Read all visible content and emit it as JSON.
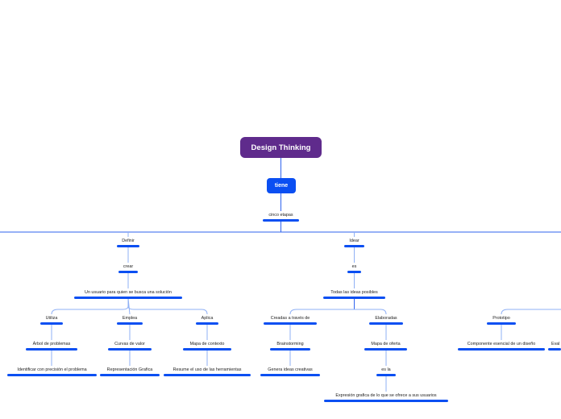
{
  "root": {
    "label": "Design Thinking"
  },
  "connector": {
    "label": "tiene"
  },
  "nodes": {
    "cinco": "cinco etapas",
    "definir": "Definir",
    "idear": "Idear",
    "crear": "crear",
    "es": "es",
    "usuario": "Un usuario para quien se busca una solución",
    "todas": "Todas las ideas posibles",
    "utiliza": "Utiliza",
    "emplea": "Emplea",
    "aplica": "Aplica",
    "creadas": "Creadas a través de",
    "elaboradas": "Elaboradas",
    "prototipo": "Prototipo",
    "arbol": "Árbol de problemas",
    "curvas": "Curvas de valor",
    "mapa_contexto": "Mapa de contexto",
    "brainstorming": "Brainstorming",
    "mapa_oferta": "Mapa de oferta",
    "componente": "Componente esencial de un diseño",
    "eval": "Eval",
    "identificar": "Identificar con precisión el problema",
    "representacion": "Representación Grafica",
    "resume": "Resume el uso de las herramientas",
    "genera": "Genera ideas creativas",
    "es_la": "es la",
    "expresion": "Expresión grafica de lo que se ofrece a sus usuarios"
  },
  "colors": {
    "root": "#5f2b8c",
    "accent": "#0b4ff2",
    "link": "#8fb0f5"
  }
}
